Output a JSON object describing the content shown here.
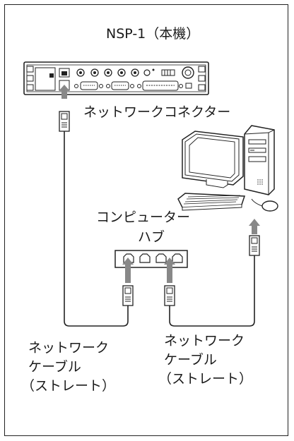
{
  "device": {
    "title": "NSP-1（本機）"
  },
  "connector": {
    "label": "ネットワークコネクター"
  },
  "hub": {
    "line1": "コンピューター",
    "line2": "ハブ"
  },
  "cable_left": {
    "line1": "ネットワーク",
    "line2": "ケーブル",
    "line3": "（ストレート）"
  },
  "cable_right": {
    "line1": "ネットワーク",
    "line2": "ケーブル",
    "line3": "（ストレート）"
  }
}
